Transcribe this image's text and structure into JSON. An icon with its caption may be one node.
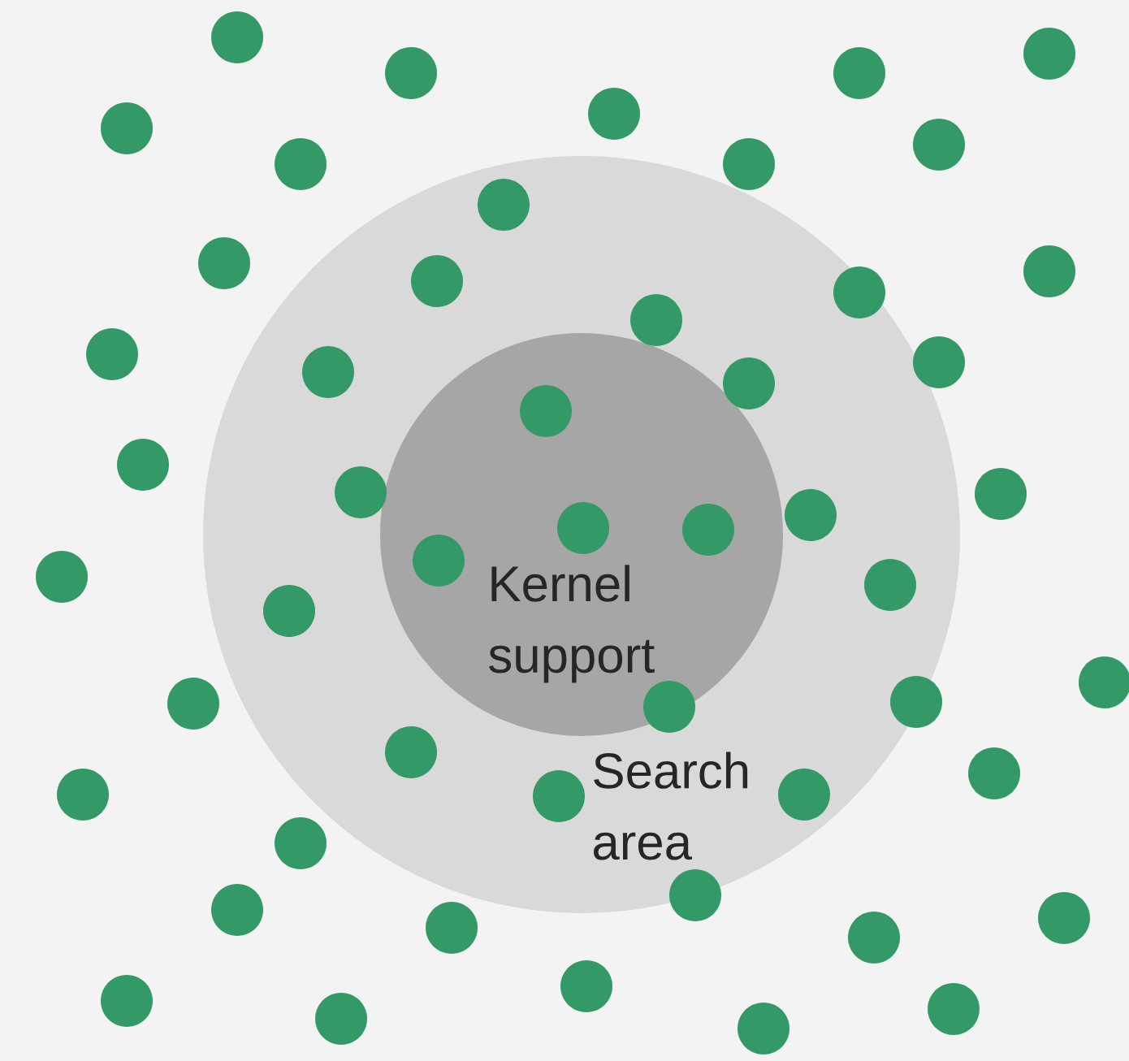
{
  "diagram": {
    "nodes": [
      {
        "text": [
          "Search area"
        ]
      },
      {
        "text": [
          "Kernel support"
        ],
        "in": 0
      }
    ]
  }
}
